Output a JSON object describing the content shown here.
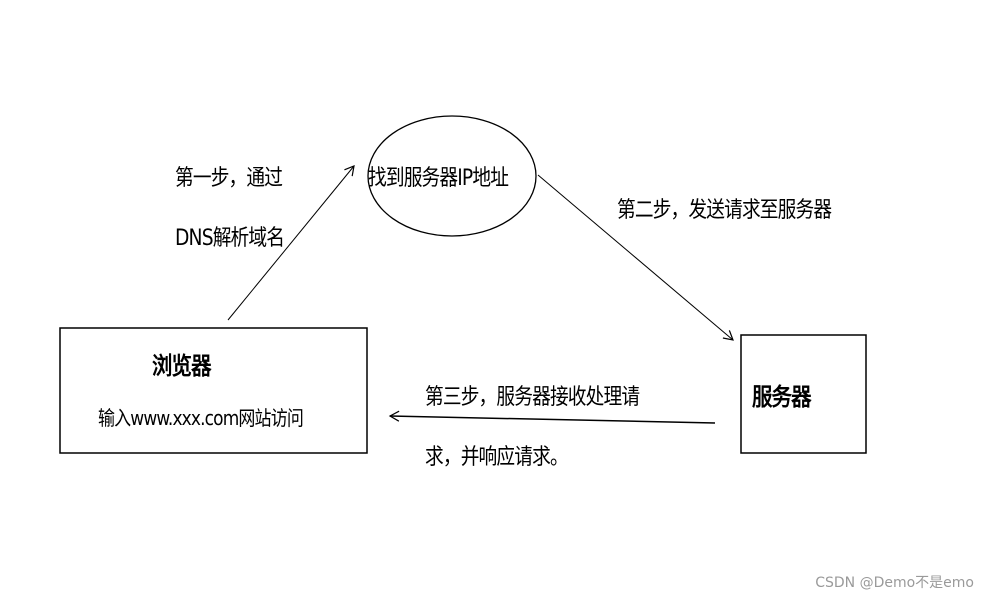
{
  "nodes": {
    "dns": {
      "label": "找到服务器IP地址"
    },
    "browser": {
      "title": "浏览器",
      "subtitle": "输入www.xxx.com网站访问"
    },
    "server": {
      "title": "服务器"
    }
  },
  "steps": {
    "step1": {
      "line1": "第一步，通过",
      "line2": "DNS解析域名"
    },
    "step2": {
      "line1": "第二步，发送请求至服务器"
    },
    "step3": {
      "line1": "第三步，服务器接收处理请",
      "line2": "求，并响应请求。"
    }
  },
  "watermark": "CSDN @Demo不是emo"
}
